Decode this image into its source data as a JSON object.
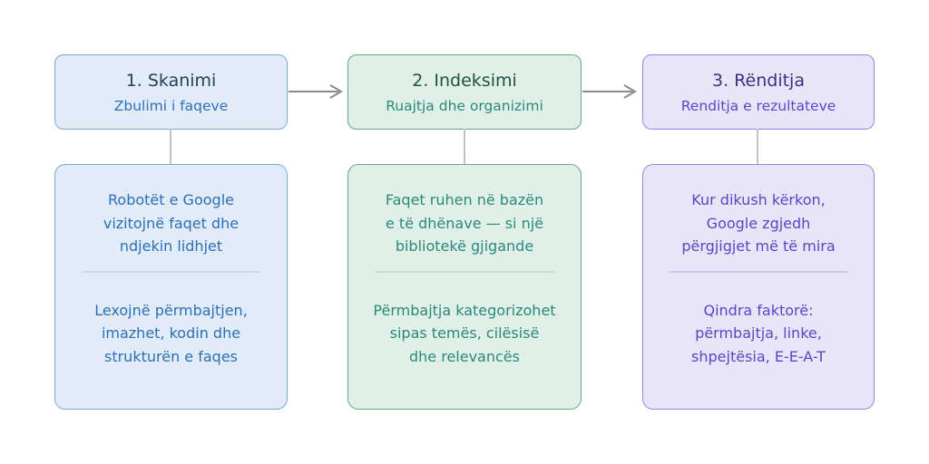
{
  "diagram": {
    "background": "#ffffff",
    "arrow_color": "#8a8a8a",
    "connector_color": "#c2c2c2",
    "stages": [
      {
        "title": "1. Skanimi",
        "subtitle": "Zbulimi i faqeve",
        "detail_top": "Robotët e Google\nvizitojnë faqet dhe\nndjekin lidhjet",
        "detail_bottom": "Lexojnë përmbajtjen,\nimazhet, kodin dhe\nstrukturën e faqes",
        "accent": {
          "background": "#e1ecf8",
          "border": "#7ca7d9",
          "title_color": "#24405e",
          "text_color": "#2d6fb7",
          "divider": "#c9dcef"
        }
      },
      {
        "title": "2. Indeksimi",
        "subtitle": "Ruajtja dhe organizimi",
        "detail_top": "Faqet ruhen në bazën\ne të dhënave — si një\nbibliotekë gjigande",
        "detail_bottom": "Përmbajtja kategorizohet\nsipas temës, cilësisë\ndhe relevancës",
        "accent": {
          "background": "#e0f0e8",
          "border": "#66a98a",
          "title_color": "#1d5245",
          "text_color": "#2b897a",
          "divider": "#c6e0d3"
        }
      },
      {
        "title": "3. Rënditja",
        "subtitle": "Renditja e rezultateve",
        "detail_top": "Kur dikush kërkon,\nGoogle zgjedh\npërgjigjet më të mira",
        "detail_bottom": "Qindra faktorë:\npërmbajtja, linke,\nshpejtësia, E-E-A-T",
        "accent": {
          "background": "#e9e5f8",
          "border": "#9488de",
          "title_color": "#3c3380",
          "text_color": "#5847c6",
          "divider": "#cdc6ee"
        }
      }
    ]
  }
}
